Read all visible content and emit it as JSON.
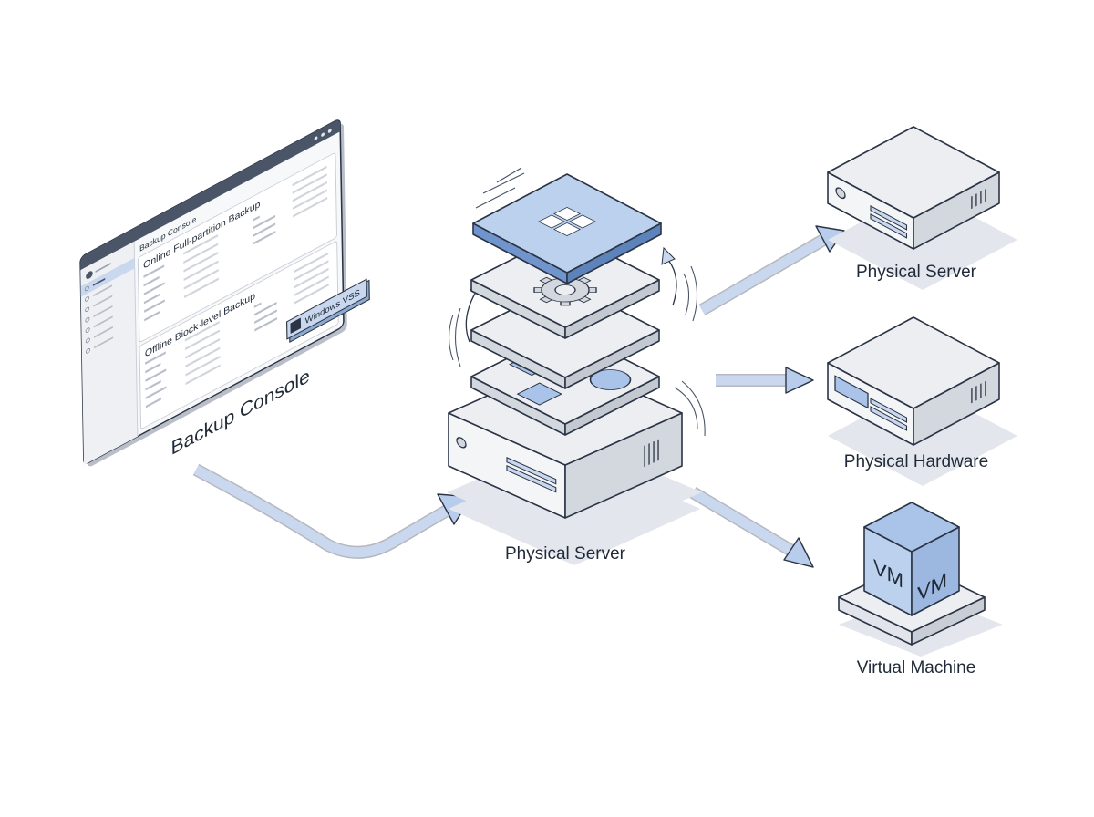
{
  "console": {
    "window_title": "Backup Console",
    "card1_title": "Online Full-partition Backup",
    "card2_title": "Offline Biock-level Backup",
    "badge": "Windows VSS",
    "caption": "Backup Console"
  },
  "center": {
    "label": "Physical Server",
    "top_layer_icon": "windows-logo-icon",
    "middle_layer_icon": "gear-icon"
  },
  "targets": [
    {
      "label": "Physical Server"
    },
    {
      "label": "Physical Hardware"
    },
    {
      "label": "Virtual Machine",
      "cube_text_left": "VM",
      "cube_text_right": "VM"
    }
  ],
  "colors": {
    "outline": "#2b3445",
    "accent": "#a9c4e8",
    "accent_dark": "#6f95cc",
    "panel": "#e8eaef",
    "panel_side": "#c9cdd6",
    "arrow": "#c9d8ef"
  }
}
